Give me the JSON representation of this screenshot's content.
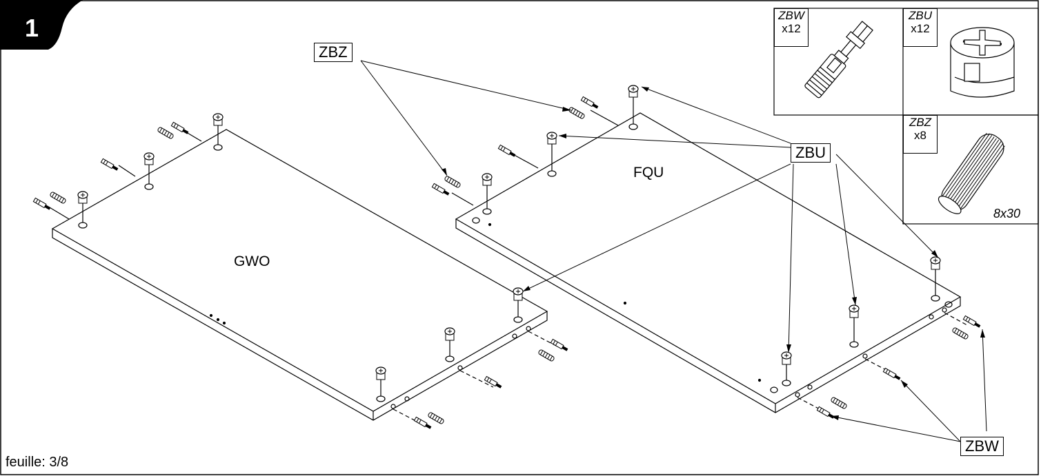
{
  "step": "1",
  "footer": {
    "sheet": "feuille: 3/8"
  },
  "panels": {
    "left": "GWO",
    "right": "FQU"
  },
  "callouts": {
    "dowel": "ZBZ",
    "cam_lock": "ZBU",
    "cam_bolt": "ZBW"
  },
  "parts_legend": [
    {
      "code": "ZBW",
      "qty": "x12"
    },
    {
      "code": "ZBU",
      "qty": "x12"
    },
    {
      "code": "ZBZ",
      "qty": "x8",
      "size": "8x30"
    }
  ]
}
